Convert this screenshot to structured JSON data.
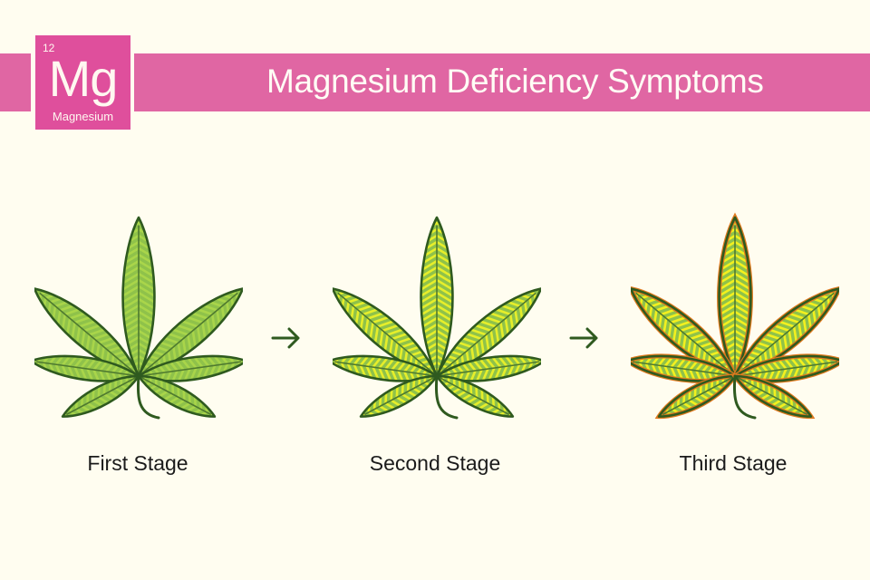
{
  "header": {
    "title": "Magnesium Deficiency Symptoms",
    "element": {
      "atomic_number": "12",
      "symbol": "Mg",
      "name": "Magnesium"
    },
    "colors": {
      "banner": "#e066a3",
      "tile": "#df4f9c"
    }
  },
  "stages": [
    {
      "label": "First Stage",
      "leaf_fill": "#8fc24a",
      "stripe": "#a9d54a",
      "edge": "none"
    },
    {
      "label": "Second Stage",
      "leaf_fill": "#8fc24a",
      "stripe": "#e6ee2a",
      "edge": "none"
    },
    {
      "label": "Third Stage",
      "leaf_fill": "#8fc24a",
      "stripe": "#f2f01e",
      "edge": "#e07a1f"
    }
  ],
  "arrows": [
    "right-arrow",
    "right-arrow"
  ],
  "colors": {
    "background": "#fffdf0",
    "outline": "#2f5a1f"
  }
}
